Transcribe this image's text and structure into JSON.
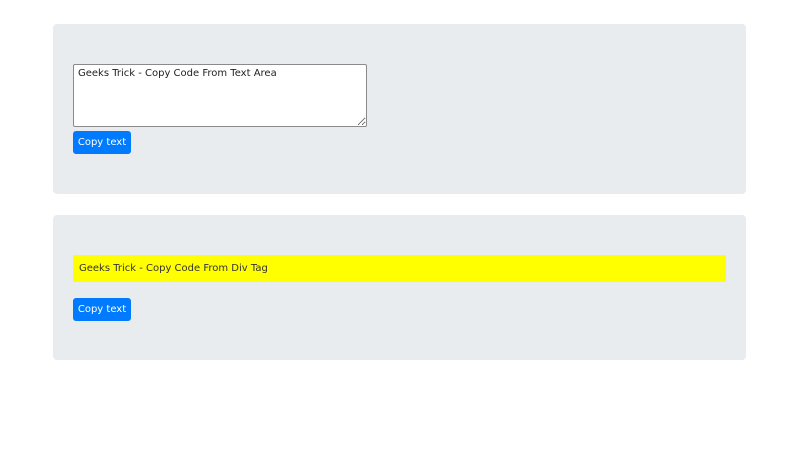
{
  "textarea_section": {
    "textarea_value": "Geeks Trick - Copy Code From Text Area",
    "button_label": "Copy text"
  },
  "div_section": {
    "div_text": "Geeks Trick - Copy Code From Div Tag",
    "button_label": "Copy text"
  },
  "colors": {
    "panel_bg": "#e9ecef",
    "button_bg": "#007bff",
    "highlight_bg": "#ffff00"
  }
}
